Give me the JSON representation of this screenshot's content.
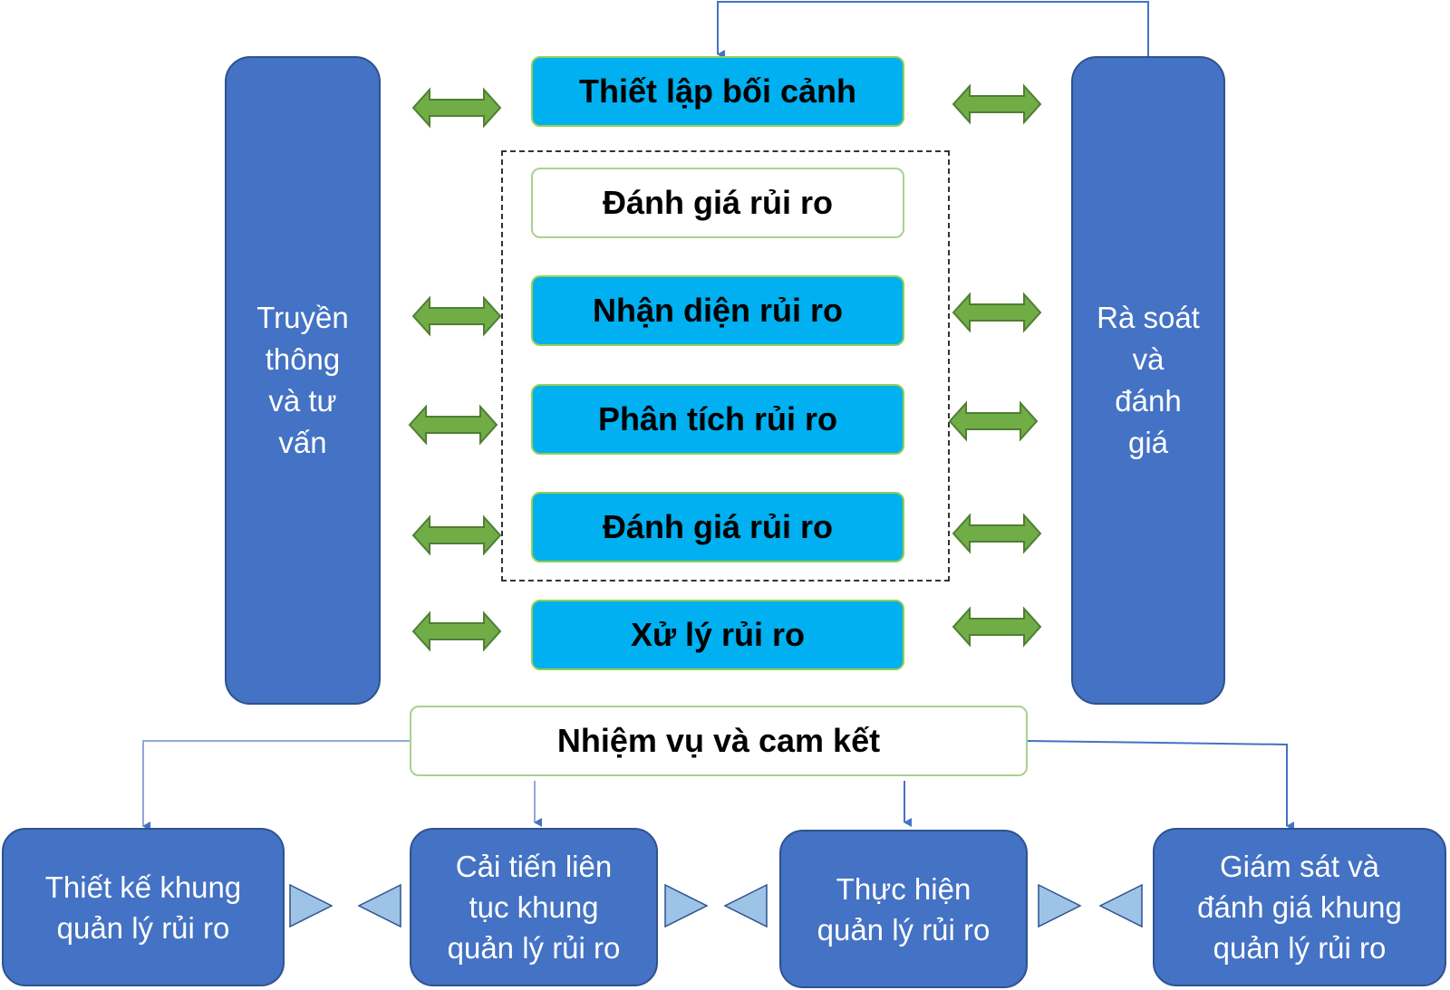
{
  "side_left": {
    "label": "Truyền\nthông\nvà tư\nvấn"
  },
  "side_right": {
    "label": "Rà soát\nvà\nđánh\ngiá"
  },
  "process": {
    "context": "Thiết lập bối cảnh",
    "assessment_header": "Đánh giá rủi ro",
    "identify": "Nhận diện rủi ro",
    "analyze": "Phân tích rủi ro",
    "evaluate": "Đánh giá rủi ro",
    "treat": "Xử lý rủi ro"
  },
  "mandate": {
    "label": "Nhiệm vụ và cam kết"
  },
  "framework": {
    "design": "Thiết kế khung\nquản lý rủi ro",
    "improve": "Cải tiến liên\ntục khung\nquản lý rủi ro",
    "implement": "Thực hiện\nquản lý rủi ro",
    "monitor": "Giám sát và\nđánh giá khung\nquản lý rủi ro"
  },
  "colors": {
    "process_fill": "#00b0f0",
    "side_fill": "#4472c4",
    "arrow_green": "#70ad47",
    "connector_blue": "#4472c4",
    "chevron_fill": "#9dc3e6"
  }
}
